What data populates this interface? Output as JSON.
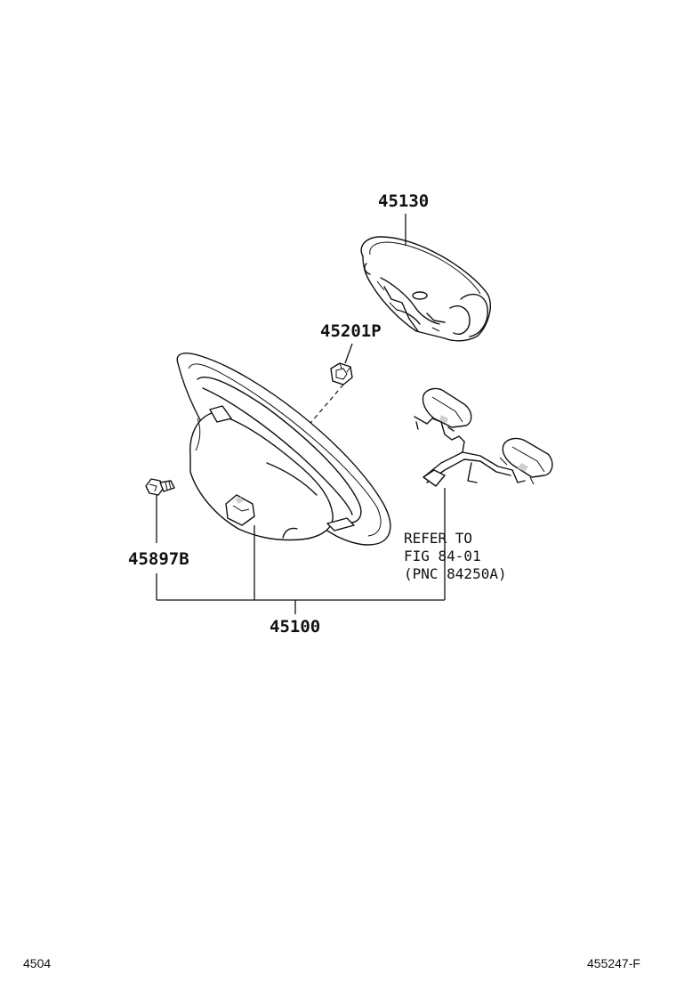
{
  "parts": {
    "airbag": "45130",
    "nut": "45201P",
    "wheel_assembly": "45100",
    "bolt": "45897B"
  },
  "reference_note": {
    "line1": "REFER TO",
    "line2": "FIG 84-01",
    "line3": "(PNC 84250A)"
  },
  "footer": {
    "left": "4504",
    "right": "455247-F"
  }
}
